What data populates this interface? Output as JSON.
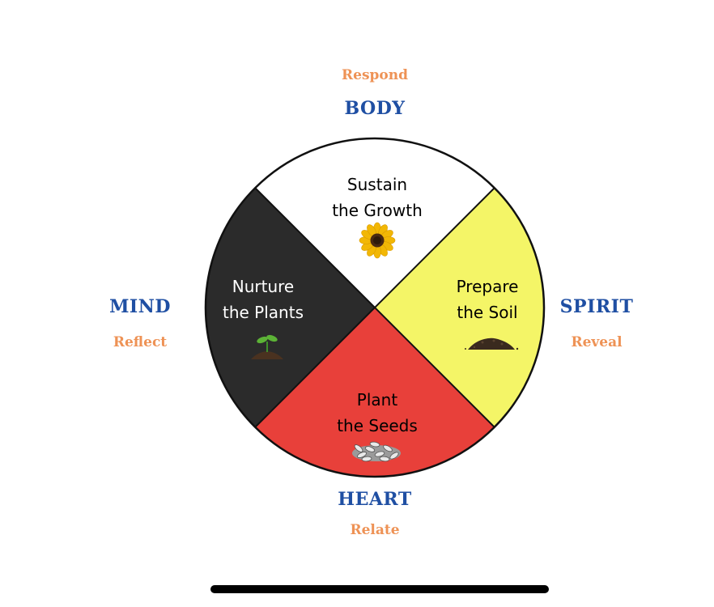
{
  "directions": {
    "top": {
      "name": "BODY",
      "verb": "Respond"
    },
    "right": {
      "name": "SPIRIT",
      "verb": "Reveal"
    },
    "bottom": {
      "name": "HEART",
      "verb": "Relate"
    },
    "left": {
      "name": "MIND",
      "verb": "Reflect"
    }
  },
  "quadrants": {
    "top": {
      "line1": "Sustain",
      "line2": "the Growth",
      "color": "#ffffff",
      "text_color": "#111111",
      "icon": "sunflower-icon"
    },
    "right": {
      "line1": "Prepare",
      "line2": "the Soil",
      "color": "#f4f567",
      "text_color": "#111111",
      "icon": "soil-icon"
    },
    "bottom": {
      "line1": "Plant",
      "line2": "the Seeds",
      "color": "#e8403a",
      "text_color": "#111111",
      "icon": "seeds-icon"
    },
    "left": {
      "line1": "Nurture",
      "line2": "the Plants",
      "color": "#2b2b2b",
      "text_color": "#ffffff",
      "icon": "sprout-icon"
    }
  }
}
